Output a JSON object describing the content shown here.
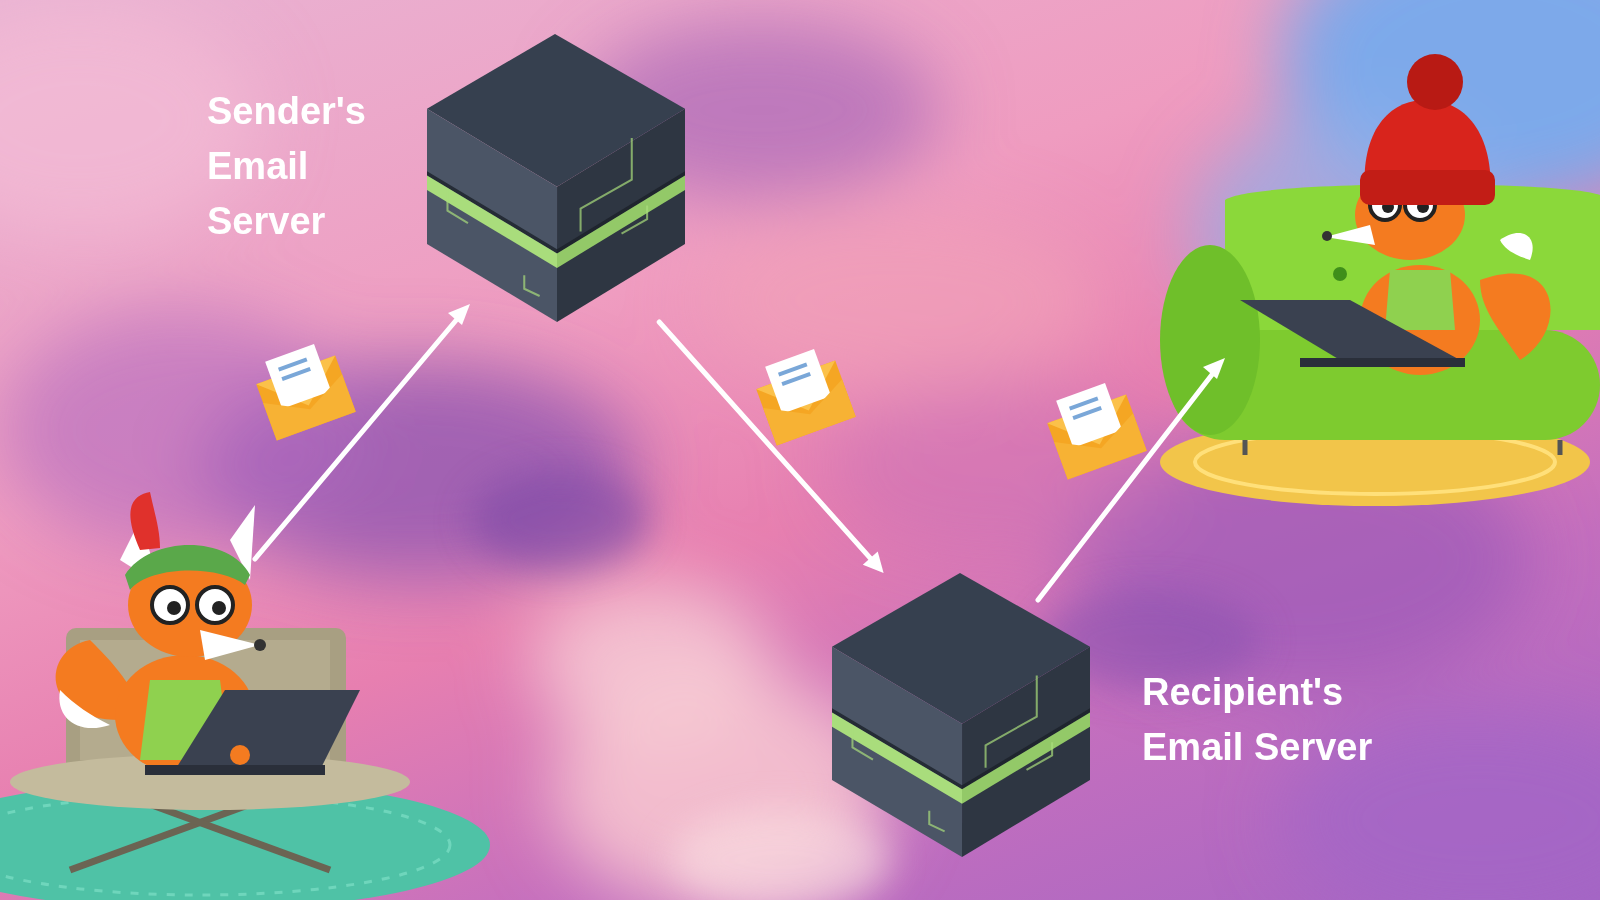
{
  "diagram": {
    "nodes": [
      {
        "text": [
          "Sender's Email Server"
        ]
      },
      {
        "text": [
          "Recipient's Email Server"
        ]
      }
    ],
    "edges": [
      {
        "from": 0,
        "to": 1,
        "arrow": "to"
      }
    ]
  }
}
